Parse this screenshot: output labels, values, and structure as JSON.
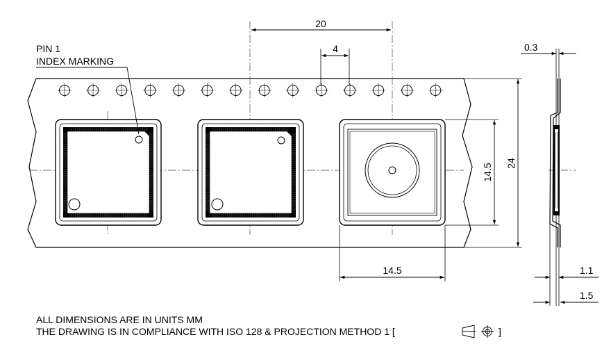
{
  "labels": {
    "pin1": "PIN 1",
    "index_marking": "INDEX MARKING",
    "dim_pitch_20": "20",
    "dim_hole_4": "4",
    "dim_thickness_03": "0.3",
    "dim_pocket_h": "14.5",
    "dim_tape_w": "24",
    "dim_pocket_w": "14.5",
    "dim_11": "1.1",
    "dim_15": "1.5"
  },
  "notes": {
    "line1": "ALL DIMENSIONS ARE IN UNITS MM",
    "line2_prefix": "THE DRAWING IS IN COMPLIANCE WITH ISO 128 & PROJECTION METHOD 1 [",
    "line2_suffix": "]"
  }
}
